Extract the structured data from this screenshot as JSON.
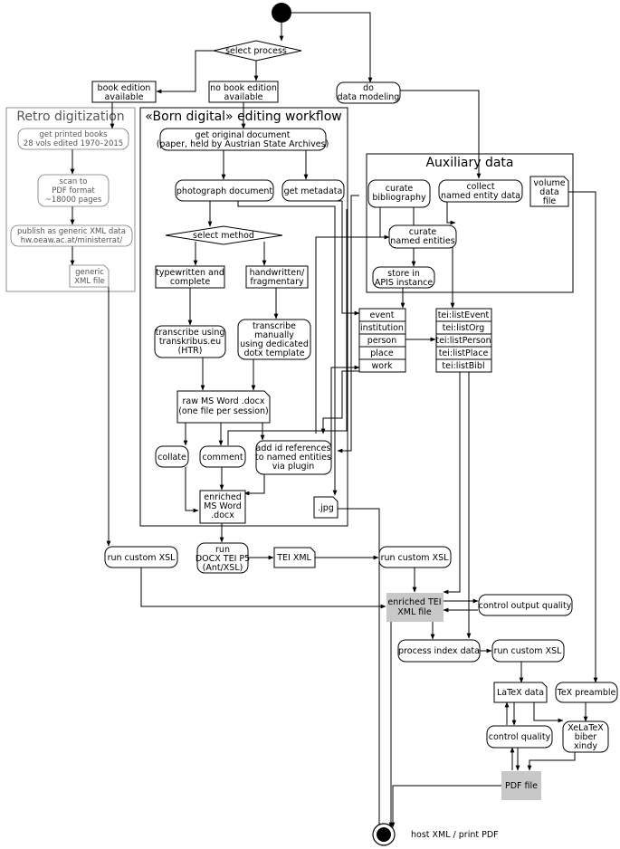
{
  "frames": {
    "retro": "Retro digitization",
    "born": "«Born digital» editing workflow",
    "aux": "Auxiliary data"
  },
  "nodes": {
    "select_process": "select process",
    "book_edition": [
      "book edition",
      "available"
    ],
    "no_book_edition": [
      "no book edition",
      "available"
    ],
    "do_modeling": [
      "do",
      "data modeling"
    ],
    "get_printed": [
      "get printed books",
      "28 vols edited 1970–2015"
    ],
    "scan_pdf": [
      "scan to",
      "PDF format",
      "~18000 pages"
    ],
    "publish_generic": [
      "publish as generic XML data",
      "hw.oeaw.ac.at/ministerrat/"
    ],
    "generic_xml": [
      "generic",
      "XML file"
    ],
    "get_original": [
      "get original document",
      "(paper, held by Austrian State Archives)"
    ],
    "photograph": "photograph document",
    "get_metadata": "get metadata",
    "select_method": "select method",
    "typewritten": [
      "typewritten and",
      "complete"
    ],
    "handwritten": [
      "handwritten/",
      "fragmentary"
    ],
    "transcribe_transkribus": [
      "transcribe using",
      "transkribus.eu",
      "(HTR)"
    ],
    "transcribe_manually": [
      "transcribe",
      "manually",
      "using dedicated",
      "dotx template"
    ],
    "raw_docx": [
      "raw MS Word .docx",
      "(one file per session)"
    ],
    "collate": "collate",
    "comment": "comment",
    "add_id_refs": [
      "add id references",
      "to named entities",
      "via plugin"
    ],
    "enriched_docx": [
      "enriched",
      "MS Word",
      ".docx"
    ],
    "jpg": ".jpg",
    "curate_bibliography": [
      "curate",
      "bibliography"
    ],
    "collect_entities": [
      "collect",
      "named entity data"
    ],
    "volume_data": [
      "volume",
      "data",
      "file"
    ],
    "curate_entities": [
      "curate",
      "named entities"
    ],
    "store_apis": [
      "store in",
      "APIS instance"
    ],
    "entity_table": [
      "event",
      "institution",
      "person",
      "place",
      "work"
    ],
    "tei_list_table": [
      "tei:listEvent",
      "tei:listOrg",
      "tei:listPerson",
      "tei:listPlace",
      "tei:listBibl"
    ],
    "run_xsl_left": "run custom XSL",
    "run_docx_tei": [
      "run",
      "DOCX TEI P5",
      "(Ant/XSL)"
    ],
    "tei_xml": "TEI XML",
    "run_xsl_mid": "run custom XSL",
    "enriched_tei": [
      "enriched TEI",
      "XML file"
    ],
    "control_output": "control output quality",
    "process_index": "process index data",
    "run_xsl_right": "run custom XSL",
    "latex_data": "LaTeX data",
    "tex_preamble": "TeX preamble",
    "control_quality": "control quality",
    "xelatex": [
      "XeLaTeX",
      "biber",
      "xindy"
    ],
    "pdf_file": "PDF file",
    "host_label": "host XML / print PDF"
  }
}
